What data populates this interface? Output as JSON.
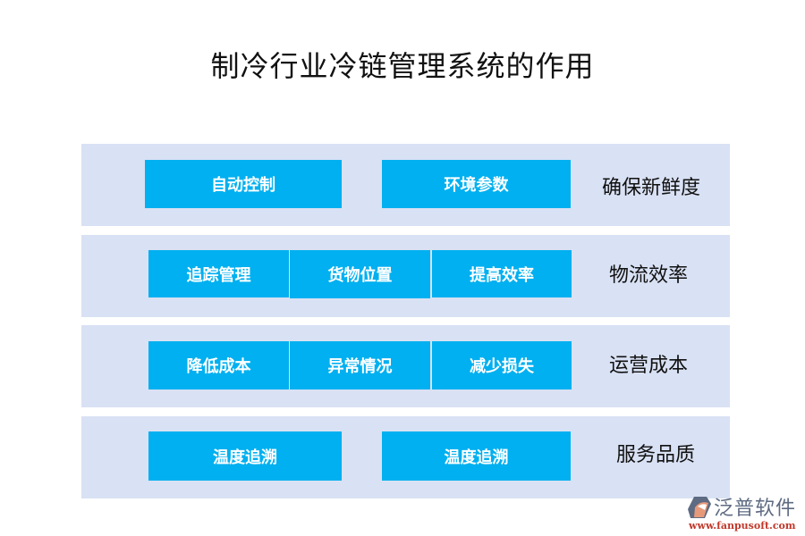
{
  "title": "制冷行业冷链管理系统的作用",
  "colors": {
    "panel_bg": "#d9e1f4",
    "box_bg": "#00b0f0",
    "box_text": "#ffffff",
    "label_text": "#111111"
  },
  "rows": [
    {
      "items": [
        "自动控制",
        "环境参数"
      ],
      "label": "确保新鲜度"
    },
    {
      "items": [
        "追踪管理",
        "货物位置",
        "提高效率"
      ],
      "label": "物流效率"
    },
    {
      "items": [
        "降低成本",
        "异常情况",
        "减少损失"
      ],
      "label": "运营成本"
    },
    {
      "items": [
        "温度追溯",
        "温度追溯"
      ],
      "label": "服务品质"
    }
  ],
  "logo": {
    "name": "泛普软件",
    "url": "www.fanpusoft.com",
    "icon": "fanpu-logo-icon"
  }
}
